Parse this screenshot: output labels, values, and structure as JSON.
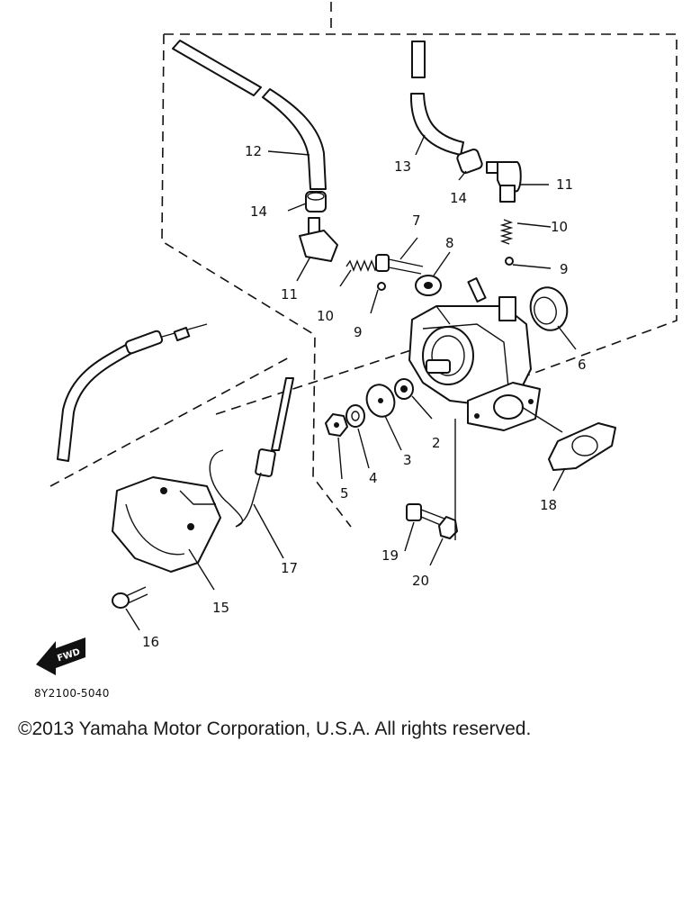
{
  "diagram": {
    "drawing_code": "8Y2100-5040",
    "fwd_label": "FWD",
    "callouts": [
      "2",
      "3",
      "4",
      "5",
      "6",
      "7",
      "8",
      "9",
      "9",
      "10",
      "10",
      "11",
      "11",
      "12",
      "13",
      "14",
      "14",
      "15",
      "16",
      "17",
      "18",
      "19",
      "20"
    ]
  },
  "footer": {
    "copyright": "©2013 Yamaha Motor Corporation, U.S.A. All rights reserved."
  }
}
